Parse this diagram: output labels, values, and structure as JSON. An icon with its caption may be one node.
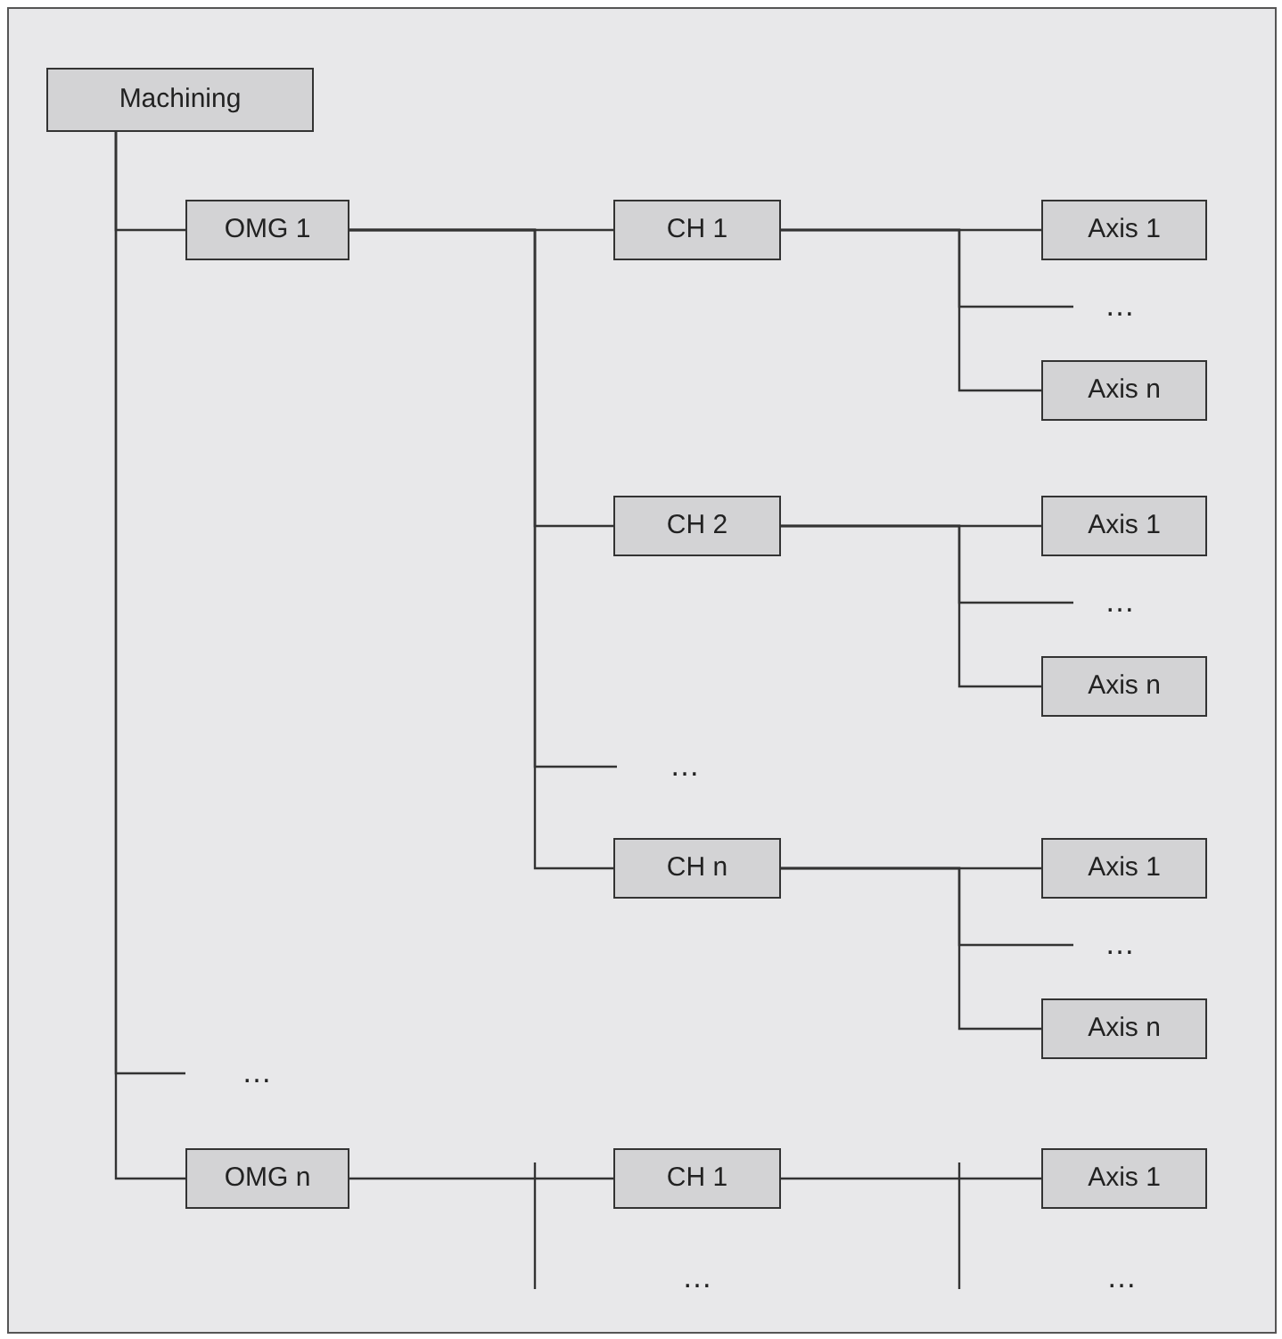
{
  "diagram": {
    "nodes": [
      {
        "text": [
          "Machining"
        ]
      },
      {
        "text": [
          "OMG 1"
        ]
      },
      {
        "text": [
          "CH 1"
        ]
      },
      {
        "text": [
          "Axis 1"
        ]
      },
      {
        "text": [
          "…"
        ]
      },
      {
        "text": [
          "Axis n"
        ]
      },
      {
        "text": [
          "CH 2"
        ]
      },
      {
        "text": [
          "Axis 1"
        ]
      },
      {
        "text": [
          "…"
        ]
      },
      {
        "text": [
          "Axis n"
        ]
      },
      {
        "text": [
          "…"
        ]
      },
      {
        "text": [
          "CH n"
        ]
      },
      {
        "text": [
          "Axis 1"
        ]
      },
      {
        "text": [
          "…"
        ]
      },
      {
        "text": [
          "Axis n"
        ]
      },
      {
        "text": [
          "…"
        ]
      },
      {
        "text": [
          "OMG n"
        ]
      },
      {
        "text": [
          "CH 1"
        ]
      },
      {
        "text": [
          "Axis 1"
        ]
      }
    ],
    "edges": [
      {
        "from": 0,
        "to": 1,
        "arrow": "none"
      },
      {
        "from": 0,
        "to": 15,
        "arrow": "none"
      },
      {
        "from": 0,
        "to": 16,
        "arrow": "none"
      },
      {
        "from": 1,
        "to": 2,
        "arrow": "none"
      },
      {
        "from": 1,
        "to": 6,
        "arrow": "none"
      },
      {
        "from": 1,
        "to": 10,
        "arrow": "none"
      },
      {
        "from": 1,
        "to": 11,
        "arrow": "none"
      },
      {
        "from": 2,
        "to": 3,
        "arrow": "none"
      },
      {
        "from": 2,
        "to": 4,
        "arrow": "none"
      },
      {
        "from": 2,
        "to": 5,
        "arrow": "none"
      },
      {
        "from": 6,
        "to": 7,
        "arrow": "none"
      },
      {
        "from": 6,
        "to": 8,
        "arrow": "none"
      },
      {
        "from": 6,
        "to": 9,
        "arrow": "none"
      },
      {
        "from": 11,
        "to": 12,
        "arrow": "none"
      },
      {
        "from": 11,
        "to": 13,
        "arrow": "none"
      },
      {
        "from": 11,
        "to": 14,
        "arrow": "none"
      },
      {
        "from": 16,
        "to": 17,
        "arrow": "none"
      },
      {
        "from": 17,
        "to": 18,
        "arrow": "none"
      }
    ],
    "labels": [
      "…",
      "…"
    ]
  }
}
